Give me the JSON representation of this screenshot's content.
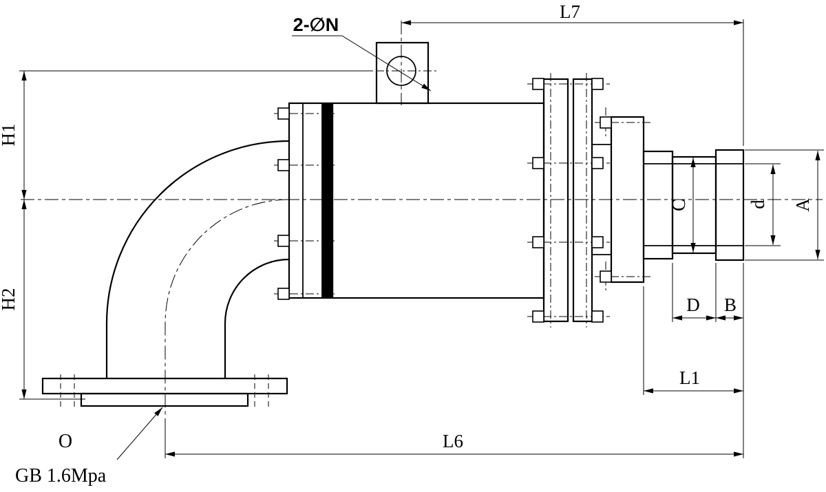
{
  "meta": {
    "type": "technical-drawing",
    "subject": "rotary-joint-with-elbow",
    "line_color": "#000000",
    "background_color": "#ffffff"
  },
  "callouts": {
    "hole_label": "2-∅N",
    "flange_label": "O",
    "pressure_note": "GB 1.6Mpa"
  },
  "dimensions": {
    "top_length": "L7",
    "upper_height": "H1",
    "lower_height": "H2",
    "shaft_diameter": "C",
    "bore_diameter": "d",
    "outer_diameter": "A",
    "step_length": "D",
    "end_length": "B",
    "shaft_length": "L1",
    "overall_length": "L6"
  }
}
